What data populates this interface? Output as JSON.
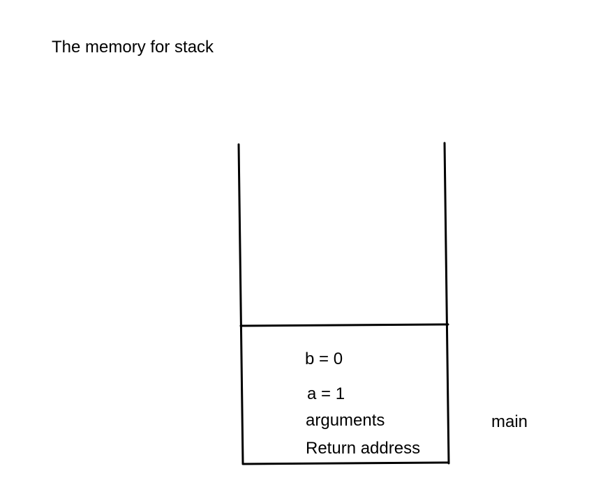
{
  "title": "The memory for stack",
  "stack_frame": {
    "label": "main",
    "entries": [
      "b = 0",
      "a = 1",
      "arguments",
      "Return address"
    ]
  }
}
